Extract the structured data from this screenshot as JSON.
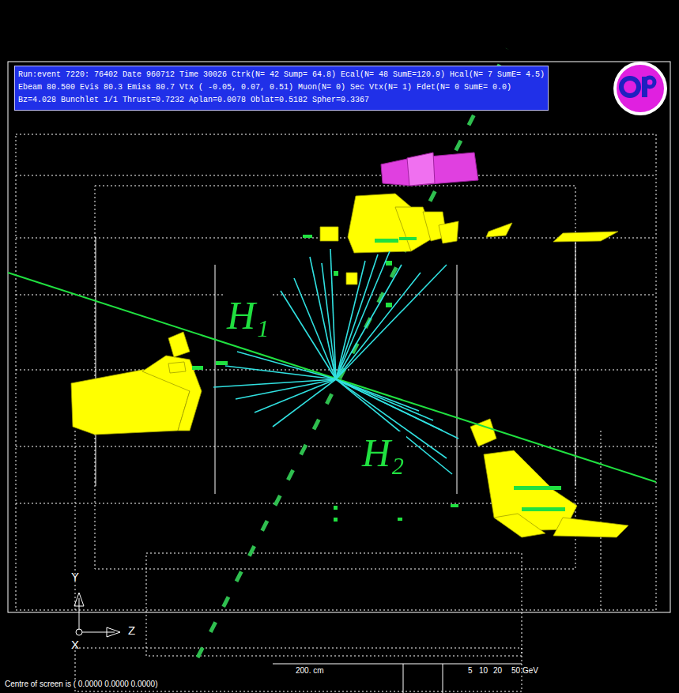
{
  "diagram": {
    "nodes": [
      {
        "text": [
          "Run:event 7220: 76402 Date 960712 Time 30026 Ctrk(N= 42 Sump= 64.8) Ecal(N= 48 SumE=120.9) Hcal(N= 7 SumE= 4.5)",
          "Ebeam 80.500 Evis 80.3 Emiss 80.7 Vtx ( -0.05, 0.07, 0.51) Muon(N= 0) Sec Vtx(N= 1) Fdet(N= 0 SumE= 0.0)",
          "Bz=4.028 Bunchlet 1/1 Thrust=0.7232 Aplan=0.0078 Oblat=0.5182 Spher=0.3367"
        ]
      }
    ],
    "labels": [
      "H₁",
      "H₂",
      "Y",
      "Z",
      "X",
      "200. cm",
      "5",
      "10",
      "20",
      "50 GeV",
      "Centre of screen is ( 0.0000 0.0000 0.0000)"
    ]
  }
}
